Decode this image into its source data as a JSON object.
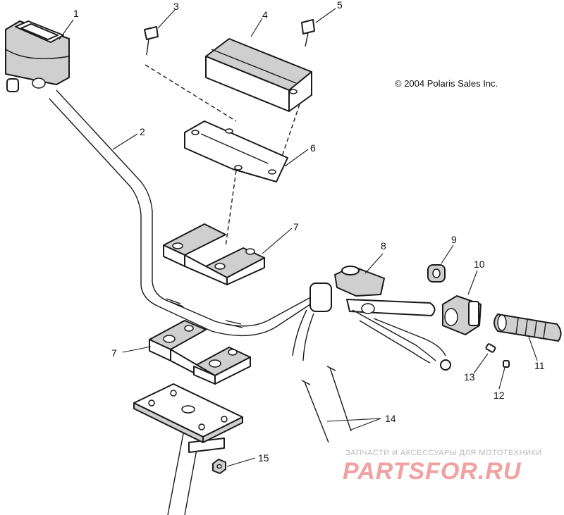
{
  "copyright": "© 2004 Polaris Sales Inc.",
  "watermark": {
    "tagline": "ЗАПЧАСТИ И АКСЕССУАРЫ ДЛЯ МОТОТЕХНИКИ",
    "brand": "PARTSFOR.RU",
    "brand_color": "#f2a0a0"
  },
  "callouts": {
    "c1": "1",
    "c2": "2",
    "c3": "3",
    "c4": "4",
    "c5": "5",
    "c6": "6",
    "c7a": "7",
    "c7b": "7",
    "c8": "8",
    "c9": "9",
    "c10": "10",
    "c11": "11",
    "c12": "12",
    "c13": "13",
    "c14": "14",
    "c15": "15"
  }
}
